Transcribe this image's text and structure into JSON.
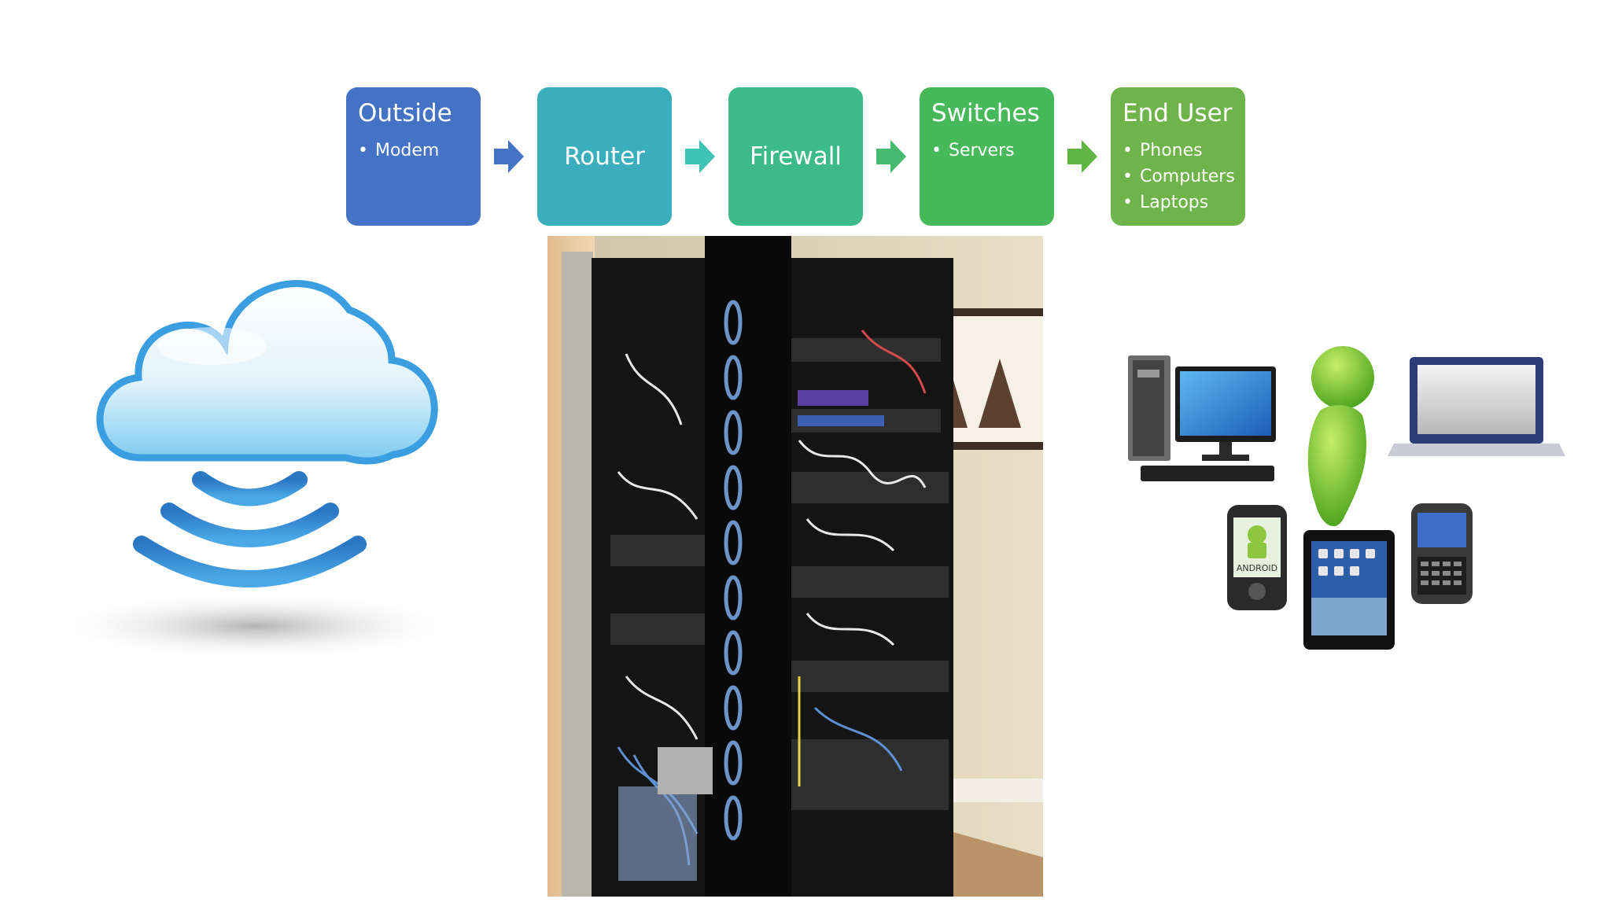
{
  "flow": {
    "steps": [
      {
        "title": "Outside",
        "items": [
          "Modem"
        ],
        "color": "#4472c4"
      },
      {
        "title": "Router",
        "items": [],
        "color": "#3aaebd"
      },
      {
        "title": "Firewall",
        "items": [],
        "color": "#3dba8a"
      },
      {
        "title": "Switches",
        "items": [
          "Servers"
        ],
        "color": "#48b95a"
      },
      {
        "title": "End User",
        "items": [
          "Phones",
          "Computers",
          "Laptops"
        ],
        "color": "#6fb34b"
      }
    ],
    "arrow_colors": [
      "#4472c4",
      "#3ec3b6",
      "#44ba6e",
      "#60b544"
    ]
  },
  "pictures": {
    "cloud": "wireless-cloud-icon",
    "rack": "server-rack-photo",
    "devices": "end-user-devices-illustration",
    "device_label": "ANDROID"
  }
}
